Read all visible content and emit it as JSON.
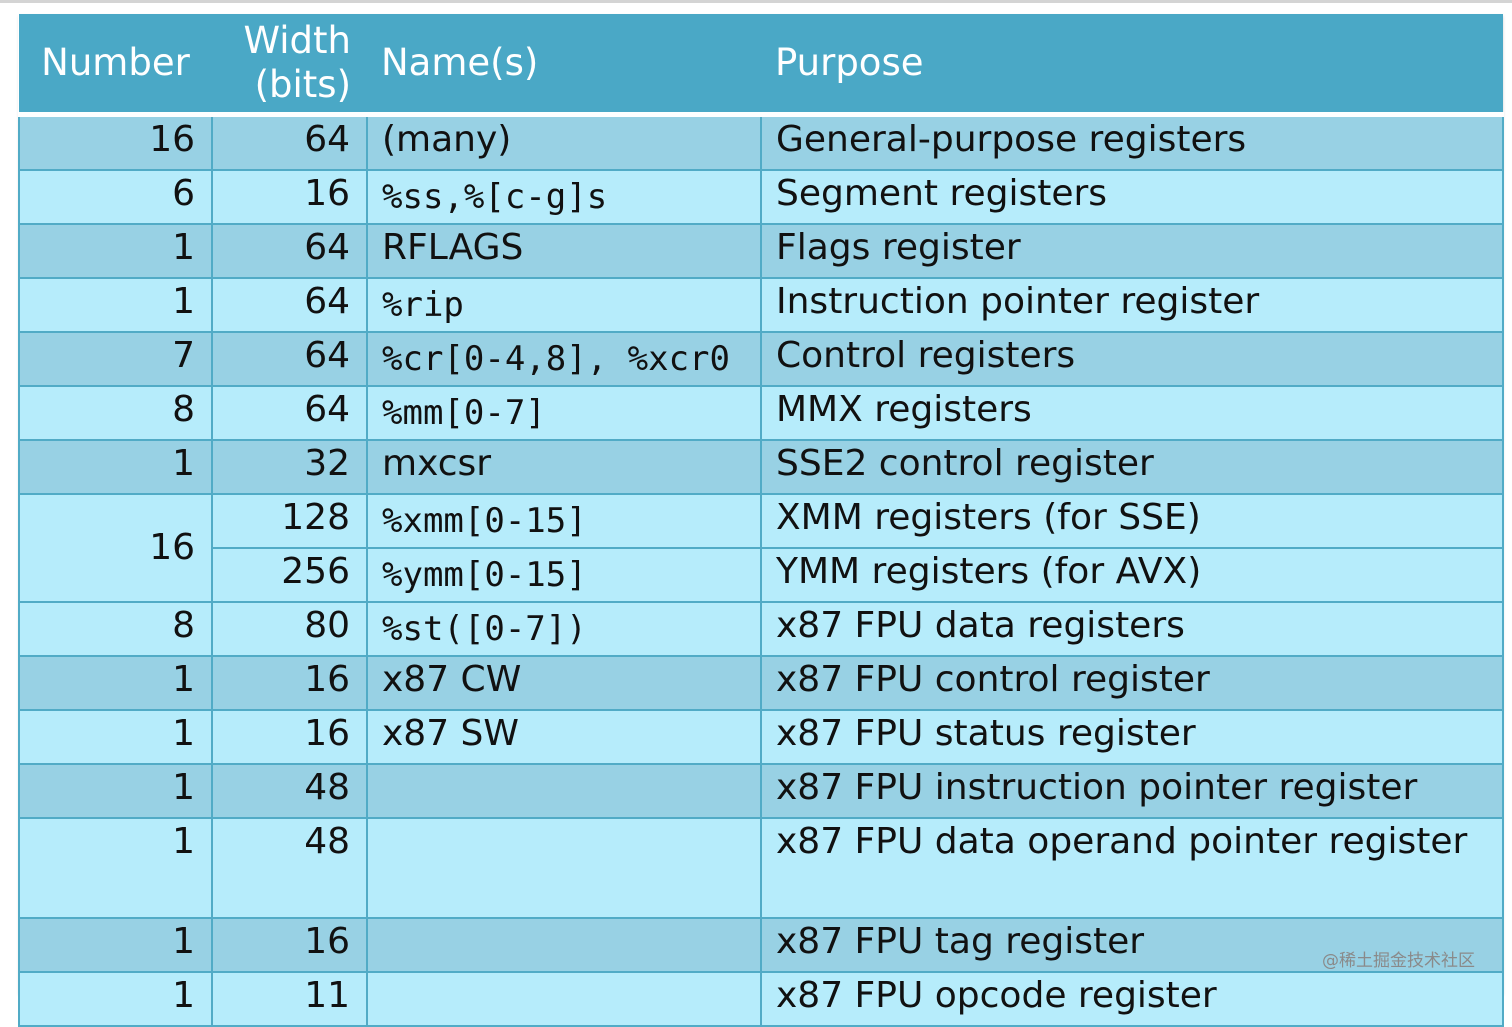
{
  "headers": {
    "number": "Number",
    "width_line1": "Width",
    "width_line2": "(bits)",
    "names": "Name(s)",
    "purpose": "Purpose"
  },
  "rows": [
    {
      "number": "16",
      "width": "64",
      "names": "(many)",
      "purpose": "General-purpose registers"
    },
    {
      "number": "6",
      "width": "16",
      "names": "%ss,%[c-g]s",
      "purpose": "Segment registers"
    },
    {
      "number": "1",
      "width": "64",
      "names": "RFLAGS",
      "purpose": "Flags register"
    },
    {
      "number": "1",
      "width": "64",
      "names": "%rip",
      "purpose": "Instruction pointer register"
    },
    {
      "number": "7",
      "width": "64",
      "names": "%cr[0-4,8], %xcr0",
      "purpose": "Control registers"
    },
    {
      "number": "8",
      "width": "64",
      "names": "%mm[0-7]",
      "purpose": "MMX registers"
    },
    {
      "number": "1",
      "width": "32",
      "names": "mxcsr",
      "purpose": "SSE2 control register"
    },
    {
      "number": "16",
      "width": "128",
      "names": "%xmm[0-15]",
      "purpose": "XMM registers (for SSE)"
    },
    {
      "number": "",
      "width": "256",
      "names": "%ymm[0-15]",
      "purpose": "YMM registers (for AVX)"
    },
    {
      "number": "8",
      "width": "80",
      "names": "%st([0-7])",
      "purpose": "x87 FPU data registers"
    },
    {
      "number": "1",
      "width": "16",
      "names": "x87 CW",
      "purpose": "x87 FPU control register"
    },
    {
      "number": "1",
      "width": "16",
      "names": "x87 SW",
      "purpose": "x87 FPU status register"
    },
    {
      "number": "1",
      "width": "48",
      "names": "",
      "purpose": "x87 FPU instruction pointer register"
    },
    {
      "number": "1",
      "width": "48",
      "names": "",
      "purpose": "x87 FPU data operand pointer register"
    },
    {
      "number": "1",
      "width": "16",
      "names": "",
      "purpose": "x87 FPU tag register"
    },
    {
      "number": "1",
      "width": "11",
      "names": "",
      "purpose": "x87 FPU opcode register"
    }
  ],
  "watermark": "@稀土掘金技术社区",
  "colors": {
    "header_bg": "#4aa8c6",
    "row_dark": "#98d1e4",
    "row_light": "#b6ecfb",
    "grid": "#51abc6"
  }
}
